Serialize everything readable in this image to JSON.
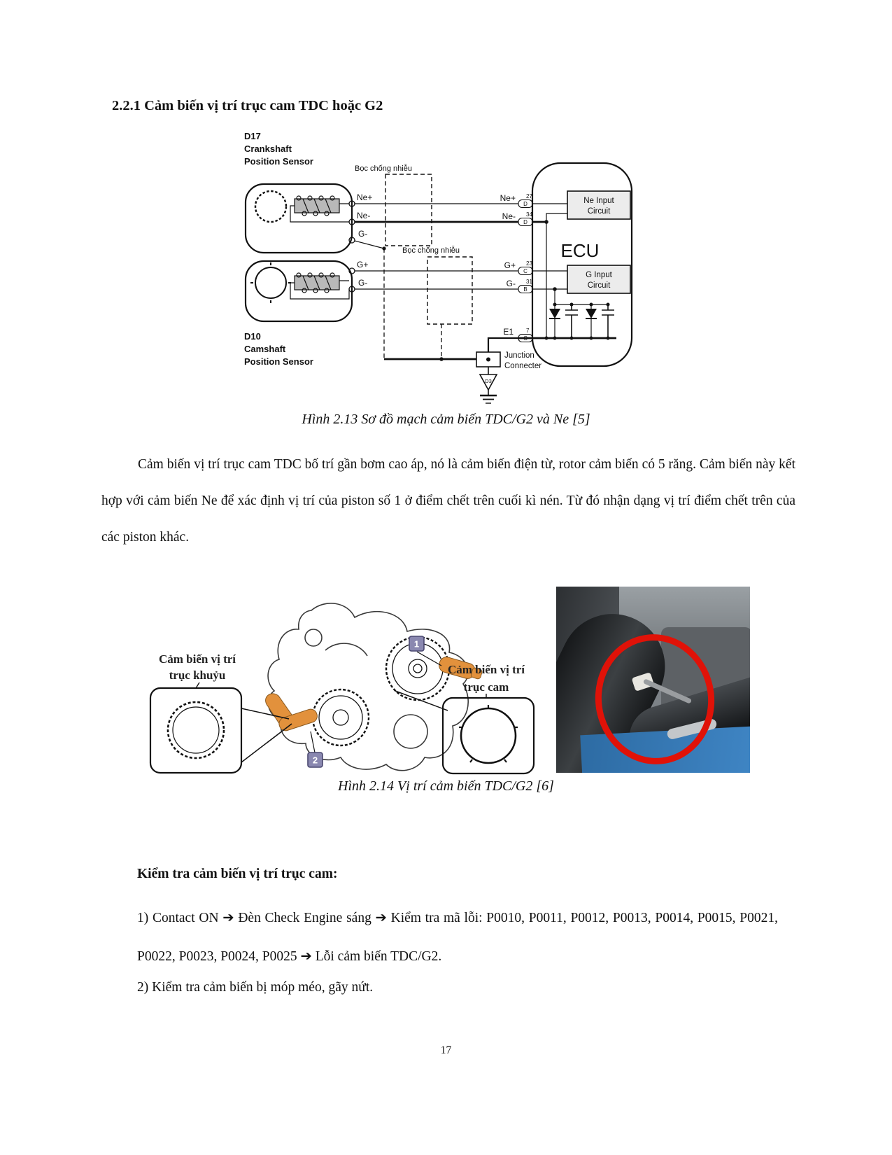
{
  "page": {
    "number": "17"
  },
  "content": {
    "heading": "2.2.1 Cảm biến vị trí trục cam TDC hoặc G2",
    "paragraph": "Cảm biến vị trí trục cam TDC bố trí gần bơm cao áp, nó là cảm biến điện từ, rotor cảm biến có 5 răng. Cảm biến này kết hợp với cảm biến Ne để xác định vị trí của piston số 1 ở điểm chết trên cuối kì nén. Từ đó nhận dạng vị trí điểm chết trên của các piston khác.",
    "check_heading": "Kiểm tra cảm biến vị trí trục cam:",
    "check_item1": "1) Contact ON ➔ Đèn Check Engine sáng ➔ Kiểm tra mã lỗi: P0010, P0011, P0012, P0013, P0014, P0015, P0021, P0022, P0023, P0024, P0025 ➔ Lỗi cảm biến TDC/G2.",
    "check_item2": "2) Kiểm tra cảm biến bị móp méo, gãy nứt."
  },
  "fig213": {
    "caption": "Hình 2.13 Sơ đồ mạch cảm biến TDC/G2 và Ne [5]",
    "sensor_top_id": "D17",
    "sensor_top_line1": "Crankshaft",
    "sensor_top_line2": "Position Sensor",
    "sensor_bottom_id": "D10",
    "sensor_bottom_line1": "Camshaft",
    "sensor_bottom_line2": "Position Sensor",
    "shield_label": "Bọc chống nhiễu",
    "ecu": "ECU",
    "ne_input_line1": "Ne Input",
    "ne_input_line2": "Circuit",
    "g_input_line1": "G Input",
    "g_input_line2": "Circuit",
    "ne_plus": "Ne+",
    "ne_minus": "Ne-",
    "g_plus": "G+",
    "g_minus": "G-",
    "pin_ne_plus_num": "27",
    "pin_ne_plus_code": "D",
    "pin_ne_minus_num": "34",
    "pin_ne_minus_code": "D",
    "pin_g_plus_num": "23",
    "pin_g_plus_code": "C",
    "pin_g_minus_num": "31",
    "pin_g_minus_code": "B",
    "e1": "E1",
    "pin_e1_num": "7",
    "pin_e1_code": "C",
    "junction_line1": "Junction",
    "junction_line2": "Connecter",
    "d3": "D3"
  },
  "fig214": {
    "caption": "Hình 2.14 Vị trí cảm biến TDC/G2 [6]",
    "crank_label_line1": "Cảm biến vị trí",
    "crank_label_line2": "trục khuỷu",
    "cam_label_line1": "Cảm biến vị trí",
    "cam_label_line2": "trục cam",
    "badge_cam": "1",
    "badge_crank": "2"
  },
  "colors": {
    "sensor_highlight_orange": "#e2913c",
    "badge_purple": "#8a88b0",
    "annotation_red": "#e01208",
    "circuit_box_fill": "#ececec"
  }
}
